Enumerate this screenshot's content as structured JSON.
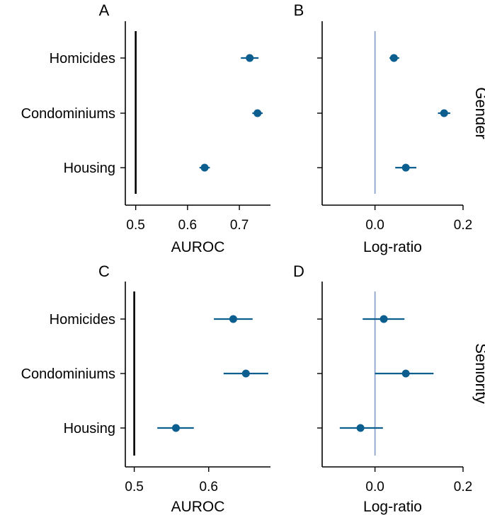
{
  "colors": {
    "point": "#0b5e8e",
    "reference_auroc": "#000000",
    "reference_logratio": "#8ea4cc",
    "axis": "#000000"
  },
  "chart_data": [
    {
      "panel": "A",
      "type": "scatter",
      "row_label": "Gender",
      "xlabel": "AUROC",
      "categories": [
        "Homicides",
        "Condominiums",
        "Housing"
      ],
      "values": [
        0.72,
        0.735,
        0.633
      ],
      "ci_low": [
        0.703,
        0.725,
        0.623
      ],
      "ci_high": [
        0.737,
        0.745,
        0.643
      ],
      "reference": 0.5,
      "xlim": [
        0.48,
        0.76
      ],
      "xticks": [
        0.5,
        0.6,
        0.7
      ],
      "xtick_labels": [
        "0.5",
        "0.6",
        "0.7"
      ]
    },
    {
      "panel": "B",
      "type": "scatter",
      "xlabel": "Log-ratio",
      "categories": [
        "Homicides",
        "Condominiums",
        "Housing"
      ],
      "values": [
        0.043,
        0.157,
        0.07
      ],
      "ci_low": [
        0.033,
        0.143,
        0.046
      ],
      "ci_high": [
        0.055,
        0.171,
        0.094
      ],
      "reference": 0.0,
      "xlim": [
        -0.12,
        0.2
      ],
      "xticks": [
        0.0,
        0.2
      ],
      "xtick_labels": [
        "0.0",
        "0.2"
      ]
    },
    {
      "panel": "C",
      "type": "scatter",
      "xlabel": "AUROC",
      "categories": [
        "Homicides",
        "Condominiums",
        "Housing"
      ],
      "values": [
        0.633,
        0.65,
        0.556
      ],
      "ci_low": [
        0.607,
        0.62,
        0.531
      ],
      "ci_high": [
        0.659,
        0.68,
        0.58
      ],
      "reference": 0.5,
      "xlim": [
        0.488,
        0.683
      ],
      "xticks": [
        0.5,
        0.6
      ],
      "xtick_labels": [
        "0.5",
        "0.6"
      ]
    },
    {
      "panel": "D",
      "type": "scatter",
      "row_label": "Seniority",
      "xlabel": "Log-ratio",
      "categories": [
        "Homicides",
        "Condominiums",
        "Housing"
      ],
      "values": [
        0.02,
        0.07,
        -0.033
      ],
      "ci_low": [
        -0.028,
        0.0,
        -0.08
      ],
      "ci_high": [
        0.067,
        0.133,
        0.018
      ],
      "reference": 0.0,
      "xlim": [
        -0.12,
        0.2
      ],
      "xticks": [
        0.0,
        0.2
      ],
      "xtick_labels": [
        "0.0",
        "0.2"
      ]
    }
  ]
}
